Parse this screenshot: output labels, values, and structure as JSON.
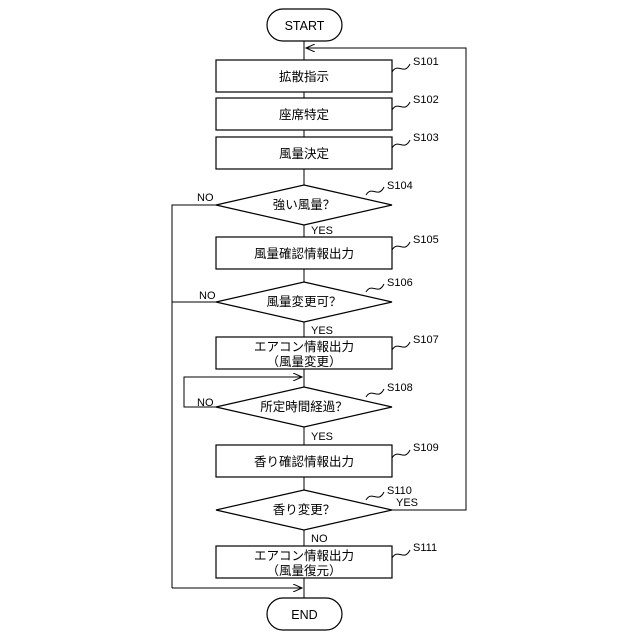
{
  "start": "START",
  "end": "END",
  "steps": {
    "s101": {
      "id": "S101",
      "text": "拡散指示"
    },
    "s102": {
      "id": "S102",
      "text": "座席特定"
    },
    "s103": {
      "id": "S103",
      "text": "風量決定"
    },
    "s104": {
      "id": "S104",
      "text": "強い風量？"
    },
    "s105": {
      "id": "S105",
      "text": "風量確認情報出力"
    },
    "s106": {
      "id": "S106",
      "text": "風量変更可？"
    },
    "s107": {
      "id": "S107",
      "line1": "エアコン情報出力",
      "line2": "（風量変更）"
    },
    "s108": {
      "id": "S108",
      "text": "所定時間経過？"
    },
    "s109": {
      "id": "S109",
      "text": "香り確認情報出力"
    },
    "s110": {
      "id": "S110",
      "text": "香り変更？"
    },
    "s111": {
      "id": "S111",
      "line1": "エアコン情報出力",
      "line2": "（風量復元）"
    }
  },
  "branches": {
    "yes": "YES",
    "no": "NO"
  }
}
